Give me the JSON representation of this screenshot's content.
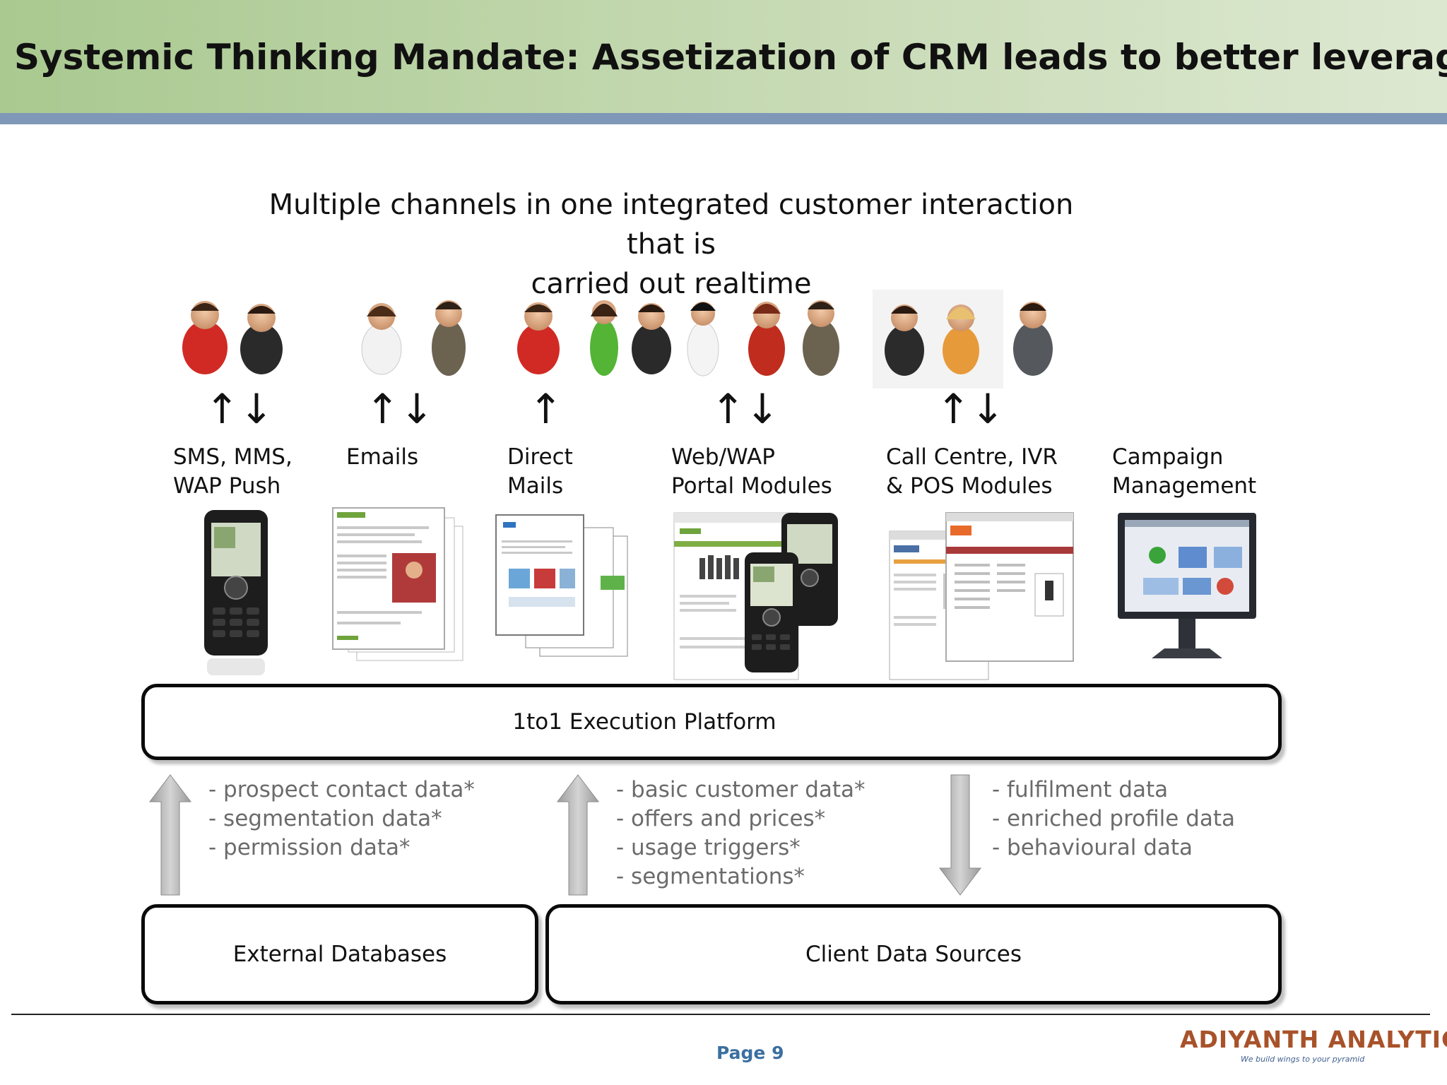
{
  "header": {
    "title": "Systemic Thinking Mandate: Assetization of CRM leads to better leverage"
  },
  "subtitle": {
    "line1": "Multiple channels in one integrated customer interaction that is",
    "line2": "carried out realtime"
  },
  "channels": [
    {
      "label": "SMS, MMS,\nWAP Push",
      "arrows": "↑↓"
    },
    {
      "label": "Emails",
      "arrows": "↑↓"
    },
    {
      "label": "Direct\nMails",
      "arrows": "↑"
    },
    {
      "label": "Web/WAP\nPortal Modules",
      "arrows": "↑↓"
    },
    {
      "label": "Call Centre, IVR\n& POS Modules",
      "arrows": "↑↓"
    },
    {
      "label": "Campaign\nManagement",
      "arrows": ""
    }
  ],
  "platform": {
    "label": "1to1 Execution Platform"
  },
  "data_flows": [
    {
      "direction": "up",
      "items": "- prospect contact data*\n- segmentation data*\n- permission data*"
    },
    {
      "direction": "up",
      "items": "- basic customer data*\n- offers and prices*\n- usage triggers*\n- segmentations*"
    },
    {
      "direction": "down",
      "items": "- fulfilment data\n- enriched profile data\n- behavioural data"
    }
  ],
  "sources": [
    {
      "label": "External Databases"
    },
    {
      "label": "Client Data Sources"
    }
  ],
  "footer": {
    "page": "Page 9",
    "logo_name": "ADIYANTH ANALYTICS",
    "logo_tagline": "We build wings to your pyramid"
  },
  "colors": {
    "header_green": "#b6d0a0",
    "band_blue": "#7f98b8",
    "page_num": "#3b6fa0",
    "logo": "#a8522a",
    "data_text": "#6b6b6b"
  }
}
